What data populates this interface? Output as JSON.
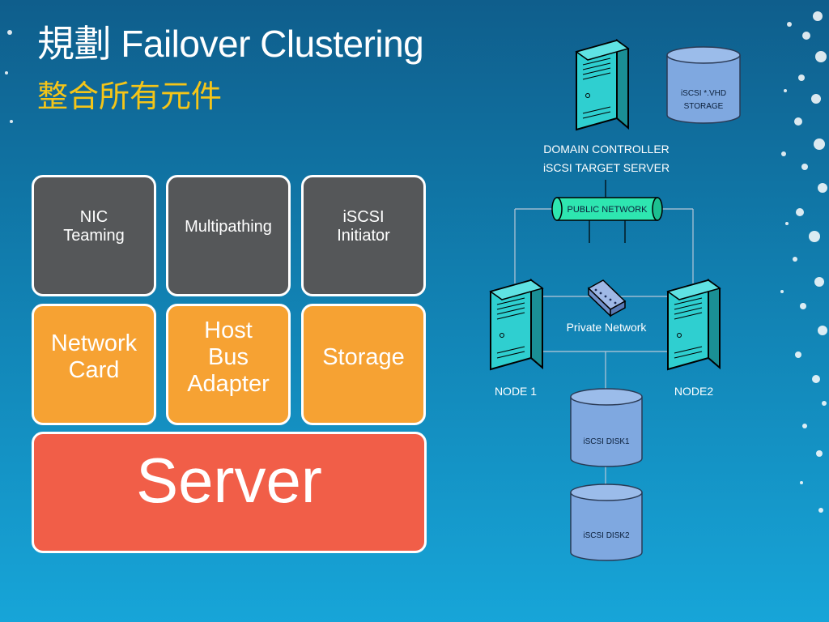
{
  "slide": {
    "title": "規劃 Failover Clustering",
    "subtitle": "整合所有元件"
  },
  "stack": {
    "software": [
      {
        "label": "NIC\nTeaming"
      },
      {
        "label": "Multipathing"
      },
      {
        "label": "iSCSI\nInitiator"
      }
    ],
    "hardware": [
      {
        "label": "Network\nCard"
      },
      {
        "label": "Host\nBus\nAdapter"
      },
      {
        "label": "Storage"
      }
    ],
    "base": {
      "label": "Server"
    }
  },
  "network": {
    "vhd_storage_line1": "iSCSI *.VHD",
    "vhd_storage_line2": "STORAGE",
    "dc_line1": "DOMAIN CONTROLLER",
    "dc_line2": "iSCSI TARGET SERVER",
    "public_network": "PUBLIC NETWORK",
    "private_network": "Private Network",
    "node1": "NODE 1",
    "node2": "NODE2",
    "disk1": "iSCSI DISK1",
    "disk2": "iSCSI DISK2"
  },
  "colors": {
    "tile_grey": "#555759",
    "tile_orange": "#f6a233",
    "tile_red": "#f15e48",
    "title": "#ffffff",
    "subtitle": "#f5c518",
    "server_teal": "#2fcfd0",
    "disk_blue": "#7fa8e0",
    "public_network_pipe": "#2ee6b0"
  }
}
